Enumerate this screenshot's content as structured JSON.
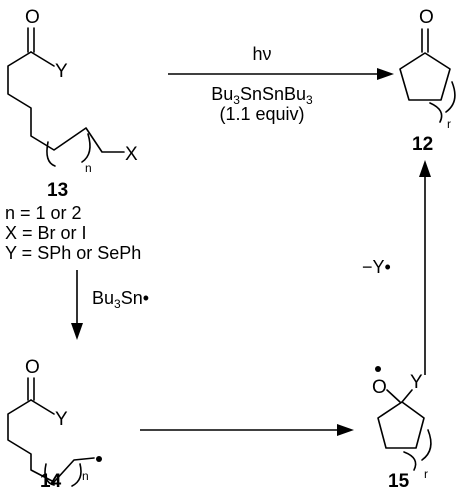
{
  "compounds": {
    "c13": {
      "label": "13",
      "atoms": {
        "oxygen": "O",
        "y": "Y",
        "x": "X",
        "n": "n"
      },
      "definitions": [
        "n = 1 or 2",
        "X = Br or I",
        "Y = SPh or SePh"
      ]
    },
    "c12": {
      "label": "12",
      "atoms": {
        "oxygen": "O",
        "r": "r"
      }
    },
    "c14": {
      "label": "14",
      "atoms": {
        "oxygen": "O",
        "y": "Y",
        "n": "n"
      }
    },
    "c15": {
      "label": "15",
      "atoms": {
        "oxygen": "O",
        "y": "Y",
        "r": "r"
      }
    }
  },
  "reagents": {
    "top_above": "hν",
    "top_below_prefix": "Bu",
    "top_below_sub1": "3",
    "top_below_mid": "SnSnBu",
    "top_below_sub2": "3",
    "top_below_equiv": "(1.1 equiv)",
    "left_prefix": "Bu",
    "left_sub": "3",
    "left_suffix": "Sn•",
    "right": "−Y•"
  }
}
